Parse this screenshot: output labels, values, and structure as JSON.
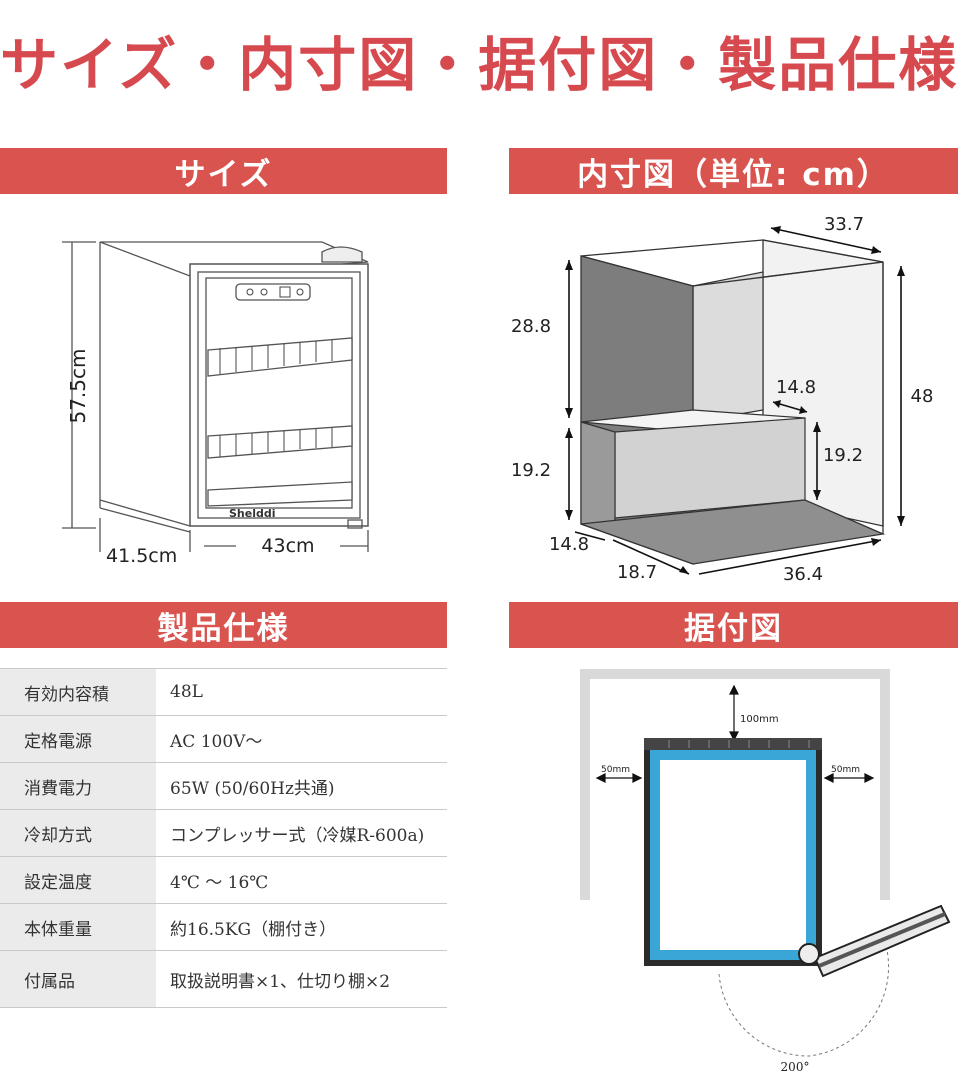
{
  "title": "サイズ・内寸図・据付図・製品仕様",
  "sections": {
    "size": "サイズ",
    "inner": "内寸図（単位: cm）",
    "spec": "製品仕様",
    "install": "据付図"
  },
  "size_figure": {
    "height": "57.5cm",
    "depth": "41.5cm",
    "width": "43cm",
    "brand": "Shelddi"
  },
  "inner_figure": {
    "top_depth": "33.7",
    "upper_height": "28.8",
    "total_height": "48",
    "step_depth": "14.8",
    "lower_height_left": "19.2",
    "lower_height_right": "19.2",
    "bottom_step": "14.8",
    "bottom_depth": "18.7",
    "bottom_width": "36.4"
  },
  "install_figure": {
    "top_clearance": "100mm",
    "left_clearance": "50mm",
    "right_clearance": "50mm",
    "door_angle": "200°"
  },
  "spec": [
    {
      "label": "有効内容積",
      "value": "48L"
    },
    {
      "label": "定格電源",
      "value": "AC 100V〜"
    },
    {
      "label": "消費電力",
      "value": "65W (50/60Hz共通)"
    },
    {
      "label": "冷却方式",
      "value": "コンプレッサー式（冷媒R-600a)"
    },
    {
      "label": "設定温度",
      "value": "4℃ 〜 16℃"
    },
    {
      "label": "本体重量",
      "value": "約16.5KG（棚付き）"
    },
    {
      "label": "付属品",
      "value": "取扱説明書×1、仕切り棚×2"
    }
  ],
  "colors": {
    "accent": "#d9534f",
    "title": "#d64a4f",
    "install_body": "#3aa6d8"
  }
}
